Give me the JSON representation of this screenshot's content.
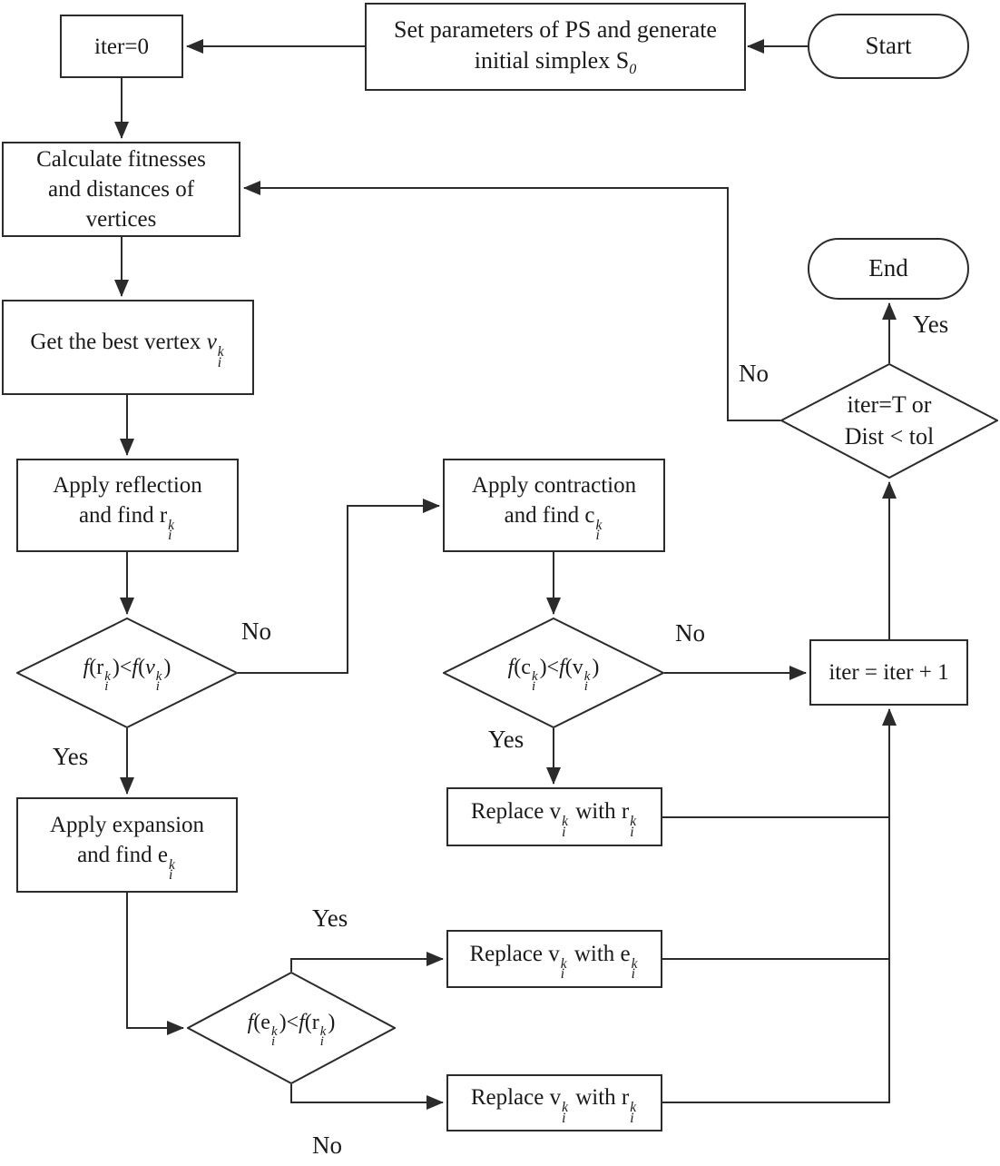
{
  "colors": {
    "stroke": "#2b2b2b",
    "text": "#1a1a1a",
    "background": "#ffffff"
  },
  "nodes": {
    "start": {
      "type": "terminator",
      "label": "Start"
    },
    "set_params": {
      "type": "process",
      "label": "Set parameters of PS and generate\ninitial simplex S_{0}"
    },
    "iter0": {
      "type": "process",
      "label": "iter=0"
    },
    "calc": {
      "type": "process",
      "label": "Calculate fitnesses\nand distances of\nvertices"
    },
    "get_best": {
      "type": "process",
      "label": "Get the best vertex *v*_{i}^{k}"
    },
    "reflection": {
      "type": "process",
      "label": "Apply reflection\nand find r_{i}^{k}"
    },
    "d_reflect": {
      "type": "decision",
      "label": "*f*(r_{i}^{k})<*f*(*v*_{i}^{k})"
    },
    "expansion": {
      "type": "process",
      "label": "Apply expansion\nand find e_{i}^{k}"
    },
    "d_expand": {
      "type": "decision",
      "label": "*f*(e_{i}^{k})<*f*(r_{i}^{k})"
    },
    "contraction": {
      "type": "process",
      "label": "Apply contraction\nand find c_{i}^{k}"
    },
    "d_contract": {
      "type": "decision",
      "label": "*f*(c_{i}^{k})<*f*(v_{i}^{k})"
    },
    "replace_r1": {
      "type": "process",
      "label": "Replace v_{i}^{k} with r_{i}^{k}"
    },
    "replace_e": {
      "type": "process",
      "label": "Replace v_{i}^{k} with e_{i}^{k}"
    },
    "replace_r2": {
      "type": "process",
      "label": "Replace v_{i}^{k} with r_{i}^{k}"
    },
    "iter_inc": {
      "type": "process",
      "label": "iter = iter + 1"
    },
    "d_stop": {
      "type": "decision",
      "label": "iter=T or\nDist < tol"
    },
    "end": {
      "type": "terminator",
      "label": "End"
    }
  },
  "labels": {
    "d_reflect_no": "No",
    "d_reflect_yes": "Yes",
    "d_contract_no": "No",
    "d_contract_yes": "Yes",
    "d_expand_yes": "Yes",
    "d_expand_no": "No",
    "d_stop_no": "No",
    "d_stop_yes": "Yes"
  },
  "edges": [
    {
      "from": "start",
      "to": "set_params"
    },
    {
      "from": "set_params",
      "to": "iter0"
    },
    {
      "from": "iter0",
      "to": "calc"
    },
    {
      "from": "calc",
      "to": "get_best"
    },
    {
      "from": "get_best",
      "to": "reflection"
    },
    {
      "from": "reflection",
      "to": "d_reflect"
    },
    {
      "from": "d_reflect",
      "to": "expansion",
      "label": "Yes"
    },
    {
      "from": "d_reflect",
      "to": "contraction",
      "label": "No"
    },
    {
      "from": "expansion",
      "to": "d_expand"
    },
    {
      "from": "d_expand",
      "to": "replace_e",
      "label": "Yes"
    },
    {
      "from": "d_expand",
      "to": "replace_r2",
      "label": "No"
    },
    {
      "from": "contraction",
      "to": "d_contract"
    },
    {
      "from": "d_contract",
      "to": "replace_r1",
      "label": "Yes"
    },
    {
      "from": "d_contract",
      "to": "iter_inc",
      "label": "No"
    },
    {
      "from": "replace_r1",
      "to": "iter_inc"
    },
    {
      "from": "replace_e",
      "to": "iter_inc"
    },
    {
      "from": "replace_r2",
      "to": "iter_inc"
    },
    {
      "from": "iter_inc",
      "to": "d_stop"
    },
    {
      "from": "d_stop",
      "to": "end",
      "label": "Yes"
    },
    {
      "from": "d_stop",
      "to": "calc",
      "label": "No"
    }
  ]
}
